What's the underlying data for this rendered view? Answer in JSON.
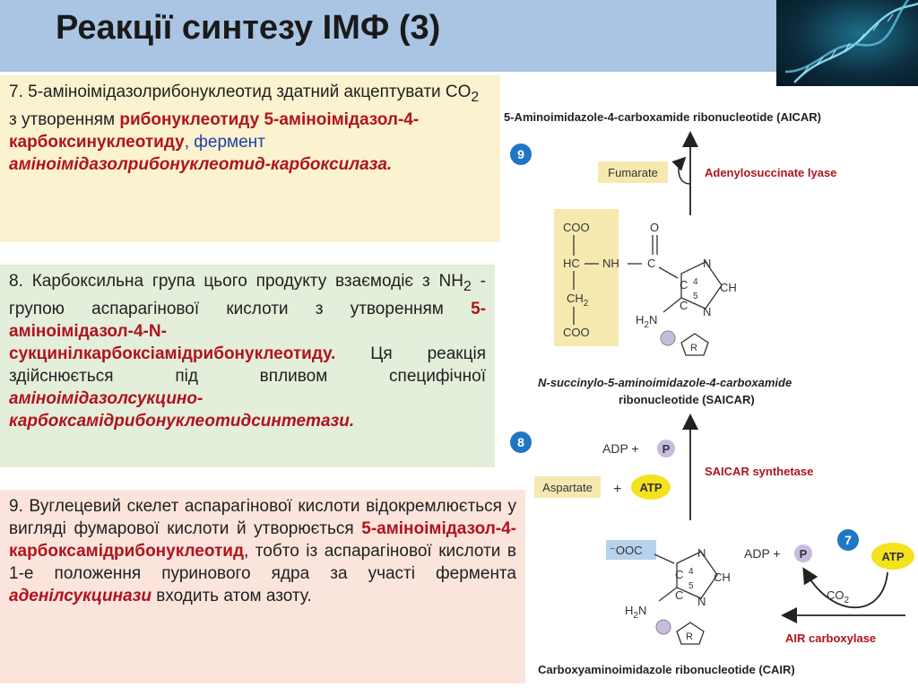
{
  "slide": {
    "title": "Реакції синтезу ІМФ (3)"
  },
  "box1": {
    "p1": "7. 5-аміноімідазолрибонуклеотид здатний акцептувати CO",
    "sub1": "2",
    "p2": " з утворенням ",
    "red1": "рибонуклеотиду 5-аміноімідазол-4-карбоксинуклеотиду",
    "p3": ", фермент ",
    "redi1": "аміноімідазолрибонуклеотид-карбоксилаза."
  },
  "box2": {
    "p1": "8. Карбоксильна група цього продукту взаємодіє з NH",
    "sub1": "2",
    "p2": " - групою аспарагінової кислоти з утворенням ",
    "red1": "5-аміноімідазол-4-N-сукцинілкарбоксіамідрибонуклеотиду.",
    "p3": " Ця реакція здійснюється під впливом специфічної ",
    "redi1": "аміноімідазолсукцино-карбоксамідрибонуклеотидсинтетази."
  },
  "box3": {
    "p1": "9. Вуглецевий скелет аспарагінової кислоти відокремлюється у вигляді фумарової кислоти й утворюється ",
    "red1": "5-аміноімідазол-4-карбоксамідрибонуклеотид",
    "p2": ", тобто із аспарагінової кислоти в 1-е положення пуринового ядра за участі фермента ",
    "redi1": "аденілсукцинази",
    "p3": " входить атом азоту."
  },
  "diagram": {
    "aicar_label": "5-Aminoimidazole-4-carboxamide ribonucleotide (AICAR)",
    "step9": "9",
    "fumarate": "Fumarate",
    "enzyme9": "Adenylosuccinate lyase",
    "saicar_label1": "N-succinylo-5-aminoimidazole-4-carboxamide",
    "saicar_label2": "ribonucleotide (SAICAR)",
    "step8": "8",
    "adp8": "ADP +",
    "p8": "P",
    "aspartate": "Aspartate",
    "plus8": "+",
    "atp8": "ATP",
    "enzyme8": "SAICAR synthetase",
    "step7": "7",
    "adp7": "ADP +",
    "p7": "P",
    "atp7": "ATP",
    "co2": "CO",
    "co2_sub": "2",
    "enzyme7": "AIR carboxylase",
    "cair_label": "Carboxyaminoimidazole ribonucleotide (CAIR)",
    "coo_top": "COO",
    "hc": "HC",
    "nh": "NH",
    "c": "C",
    "o": "O",
    "ch2": "CH",
    "ch2_sub": "2",
    "coo_bot": "COO",
    "n": "N",
    "ch": "CH",
    "h2n": "H",
    "h2n_sub": "2",
    "h2n_n": "N",
    "r": "R",
    "n4": "4",
    "n5": "5",
    "ooc": "OOC"
  },
  "colors": {
    "title_bar": "#a9c5e3",
    "box1_bg": "#fbf2cf",
    "box2_bg": "#e3eedb",
    "box3_bg": "#fbe4dc",
    "red_text": "#b0131e",
    "blue_text": "#1f3fa8",
    "step_circle": "#1f77c4",
    "enzyme_text": "#b0131e",
    "atp_yellow": "#f4e21c",
    "phosphate": "#c7bbe0",
    "highlight": "#f6e9b0",
    "ooc_box": "#b7d2ec"
  },
  "icons": {
    "dna": "dna-helix-image"
  }
}
